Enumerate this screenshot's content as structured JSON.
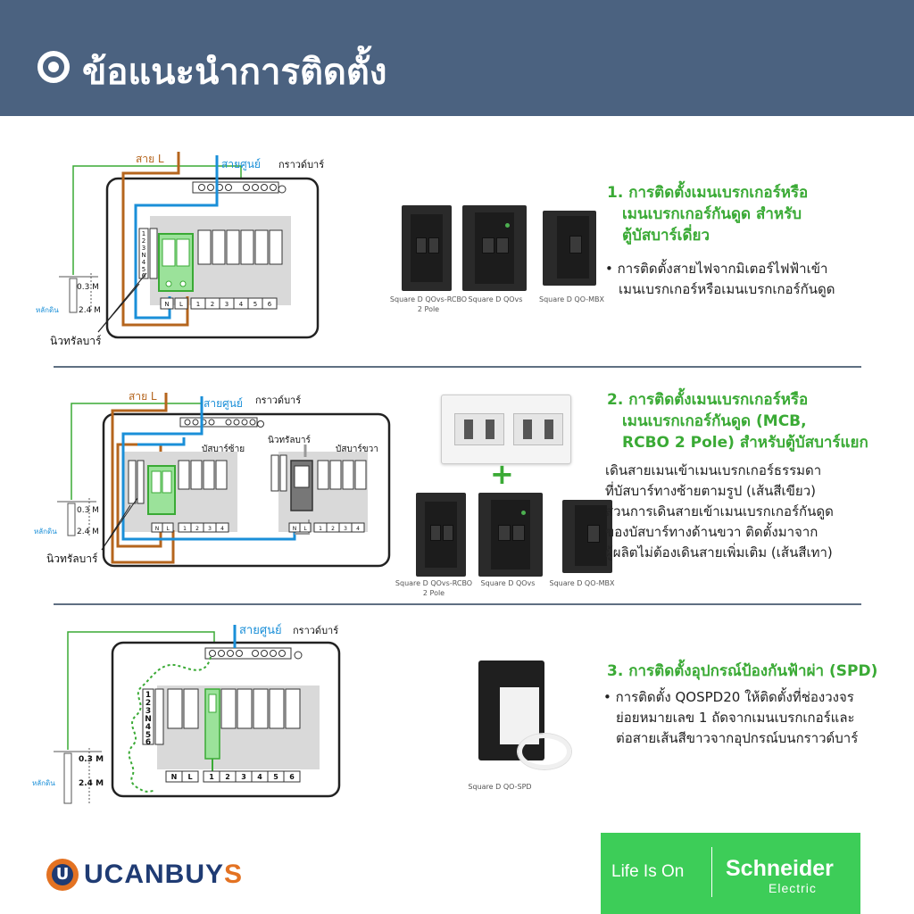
{
  "header": {
    "title": "ข้อแนะนำการติดตั้ง",
    "bg_color": "#4b6280",
    "icon": "target-circle-icon"
  },
  "section1": {
    "diagram": {
      "wire_l": "สาย L",
      "wire_n": "สายศูนย์",
      "ground_bar": "กราวด์บาร์",
      "neutral_bar": "นิวทรัลบาร์",
      "ground_rod": "หลักดิน",
      "depth_top": "0.3 M",
      "depth_rod": "2.4 M",
      "slots": [
        "1",
        "2",
        "3",
        "N",
        "4",
        "5",
        "6"
      ],
      "bottom_labels": [
        "N",
        "L",
        "1",
        "2",
        "3",
        "4",
        "5",
        "6"
      ]
    },
    "title_lines": [
      "1. การติดตั้งเมนเบรกเกอร์หรือ",
      "เมนเบรกเกอร์กันดูด สำหรับ",
      "ตู้บัสบาร์เดี่ยว"
    ],
    "body_lines": [
      "• การติดตั้งสายไฟจากมิเตอร์ไฟฟ้าเข้า",
      "เมนเบรกเกอร์หรือเมนเบรกเกอร์กันดูด"
    ],
    "products": [
      "Square D QOvs-RCBO\n2 Pole",
      "Square D QOvs",
      "Square D QO-MBX"
    ]
  },
  "section2": {
    "diagram": {
      "wire_l": "สาย L",
      "wire_n": "สายศูนย์",
      "ground_bar": "กราวด์บาร์",
      "neutral_bar": "นิวทรัลบาร์",
      "left_bus": "บัสบาร์ซ้าย",
      "right_bus": "บัสบาร์ขวา",
      "neutral_bar_inner": "นิวทรัลบาร์",
      "ground_rod": "หลักดิน",
      "depth_top": "0.3 M",
      "depth_rod": "2.4 M",
      "bottom_left": [
        "N",
        "L",
        "1",
        "2",
        "3",
        "4"
      ],
      "bottom_right": [
        "N",
        "L",
        "1",
        "2",
        "3",
        "4"
      ]
    },
    "title_lines": [
      "2. การติดตั้งเมนเบรกเกอร์หรือ",
      "เมนเบรกเกอร์กันดูด (MCB,",
      "RCBO 2 Pole) สำหรับตู้บัสบาร์แยก"
    ],
    "body_lines": [
      "เดินสายเมนเข้าเมนเบรกเกอร์ธรรมดา",
      "ที่บัสบาร์ทางซ้ายตามรูป (เส้นสีเขียว)",
      "ส่วนการเดินสายเข้าเมนเบรกเกอร์กันดูด",
      "ของบัสบาร์ทางด้านขวา ติดตั้งมาจาก",
      "ผู้ผลิตไม่ต้องเดินสายเพิ่มเติม (เส้นสีเทา)"
    ],
    "products": [
      "Square D QOvs-RCBO\n2 Pole",
      "Square D QOvs",
      "Square D QO-MBX"
    ],
    "plus": "+"
  },
  "section3": {
    "diagram": {
      "wire_n": "สายศูนย์",
      "ground_bar": "กราวด์บาร์",
      "ground_rod": "หลักดิน",
      "depth_top": "0.3 M",
      "depth_rod": "2.4 M",
      "slots": [
        "1",
        "2",
        "3",
        "N",
        "4",
        "5",
        "6"
      ],
      "bottom_labels": [
        "N",
        "L",
        "1",
        "2",
        "3",
        "4",
        "5",
        "6"
      ]
    },
    "title_lines": [
      "3. การติดตั้งอุปกรณ์ป้องกันฟ้าผ่า (SPD)"
    ],
    "body_lines": [
      "• การติดตั้ง QOSPD20 ให้ติดตั้งที่ช่องวงจร",
      "ย่อยหมายเลข 1 ถัดจากเมนเบรกเกอร์และ",
      "ต่อสายเส้นสีขาวจากอุปกรณ์บนกราวด์บาร์"
    ],
    "product": "Square D QO-SPD"
  },
  "footer": {
    "ucan_text_a": "UCANBUY",
    "ucan_text_b": "S",
    "ucan_badge": "U",
    "life_is_on": "Life Is On",
    "brand_name": "Schneider",
    "brand_sub": "Electric",
    "brand_color": "#3dcd58"
  }
}
